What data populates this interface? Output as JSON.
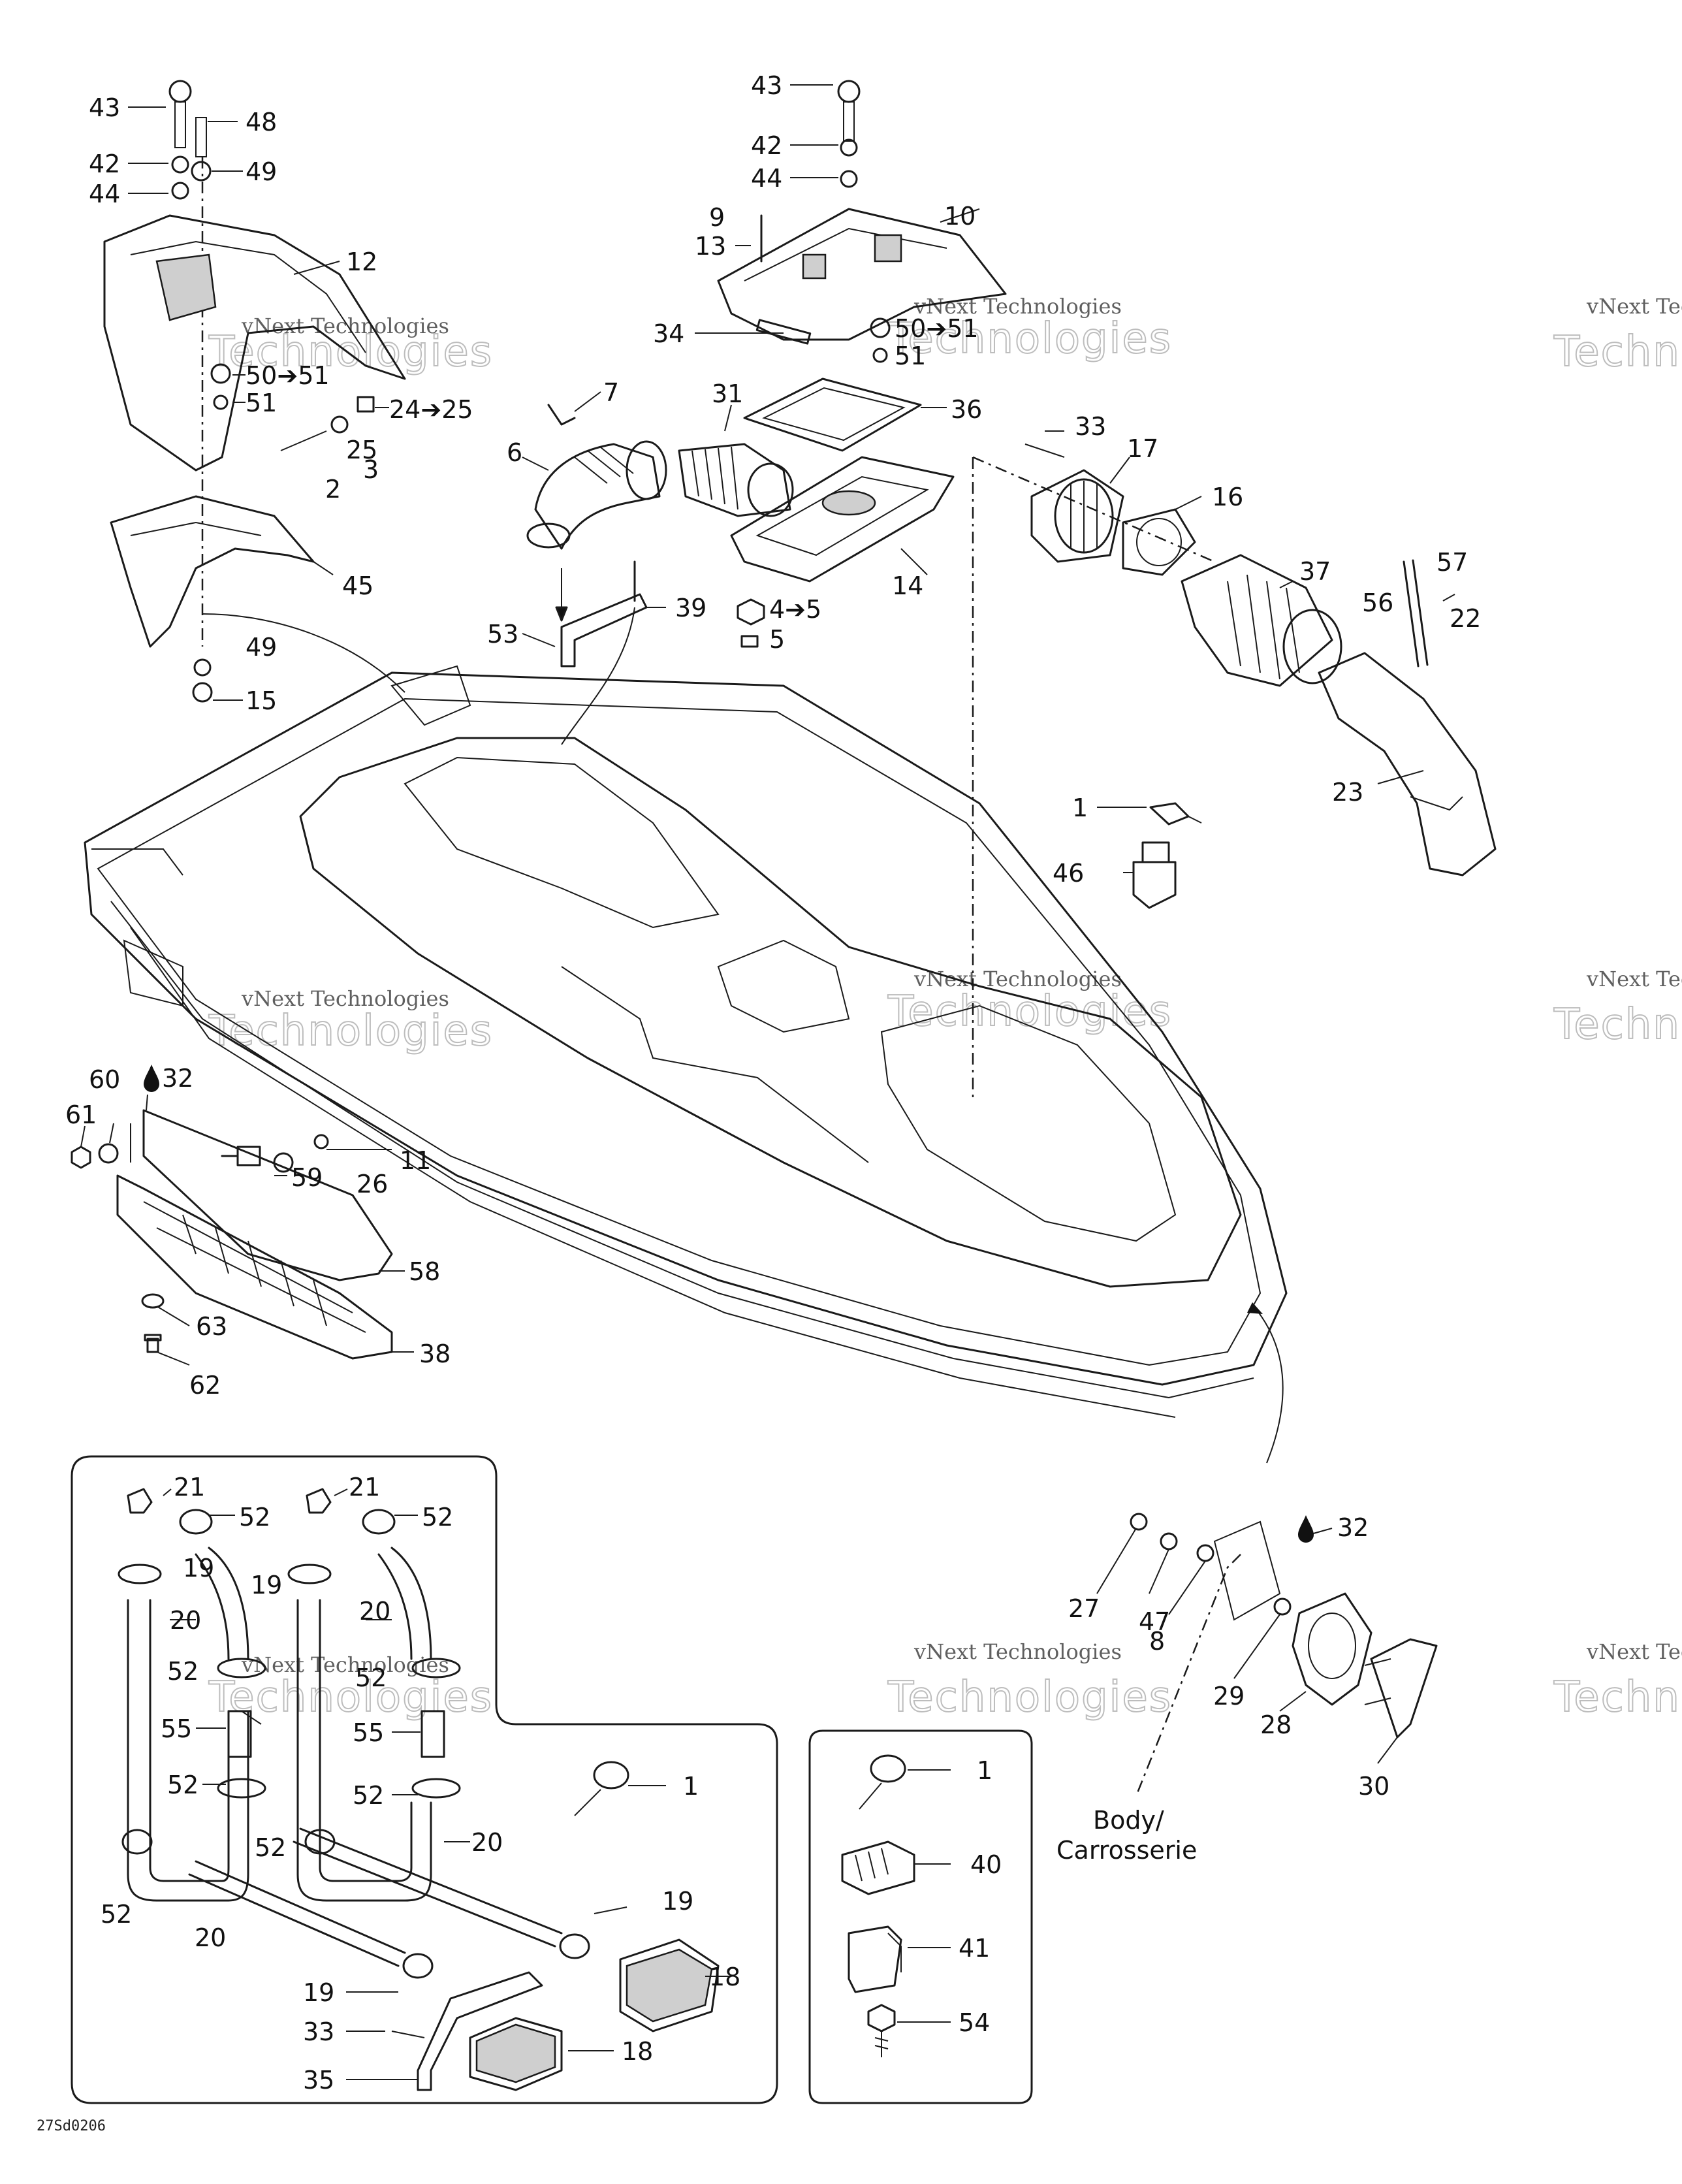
{
  "watermark": {
    "line1": "vNext Technologies",
    "line2": "Technologies",
    "line2_right": "Techno",
    "line1_right": "vNext Tec"
  },
  "labels": [
    {
      "id": "43a",
      "text": "43"
    },
    {
      "id": "48",
      "text": "48"
    },
    {
      "id": "42a",
      "text": "42"
    },
    {
      "id": "49a",
      "text": "49"
    },
    {
      "id": "44a",
      "text": "44"
    },
    {
      "id": "12",
      "text": "12"
    },
    {
      "id": "50a",
      "text": "50➔51"
    },
    {
      "id": "51a",
      "text": "51"
    },
    {
      "id": "24",
      "text": "24➔25"
    },
    {
      "id": "25",
      "text": "25"
    },
    {
      "id": "3",
      "text": "3"
    },
    {
      "id": "2",
      "text": "2"
    },
    {
      "id": "45",
      "text": "45"
    },
    {
      "id": "49b",
      "text": "49"
    },
    {
      "id": "15",
      "text": "15"
    },
    {
      "id": "43b",
      "text": "43"
    },
    {
      "id": "42b",
      "text": "42"
    },
    {
      "id": "44b",
      "text": "44"
    },
    {
      "id": "9",
      "text": "9"
    },
    {
      "id": "13",
      "text": "13"
    },
    {
      "id": "10",
      "text": "10"
    },
    {
      "id": "34",
      "text": "34"
    },
    {
      "id": "50b",
      "text": "50➔51"
    },
    {
      "id": "51b",
      "text": "51"
    },
    {
      "id": "7",
      "text": "7"
    },
    {
      "id": "31",
      "text": "31"
    },
    {
      "id": "36",
      "text": "36"
    },
    {
      "id": "6",
      "text": "6"
    },
    {
      "id": "14",
      "text": "14"
    },
    {
      "id": "39",
      "text": "39"
    },
    {
      "id": "53",
      "text": "53"
    },
    {
      "id": "4",
      "text": "4➔5"
    },
    {
      "id": "5",
      "text": "5"
    },
    {
      "id": "33a",
      "text": "33"
    },
    {
      "id": "17",
      "text": "17"
    },
    {
      "id": "16",
      "text": "16"
    },
    {
      "id": "37",
      "text": "37"
    },
    {
      "id": "57",
      "text": "57"
    },
    {
      "id": "56",
      "text": "56"
    },
    {
      "id": "22",
      "text": "22"
    },
    {
      "id": "23",
      "text": "23"
    },
    {
      "id": "1a",
      "text": "1"
    },
    {
      "id": "46",
      "text": "46"
    },
    {
      "id": "60",
      "text": "60"
    },
    {
      "id": "32a",
      "text": "32"
    },
    {
      "id": "61",
      "text": "61"
    },
    {
      "id": "59",
      "text": "59"
    },
    {
      "id": "26",
      "text": "26"
    },
    {
      "id": "11",
      "text": "11"
    },
    {
      "id": "58",
      "text": "58"
    },
    {
      "id": "63",
      "text": "63"
    },
    {
      "id": "38",
      "text": "38"
    },
    {
      "id": "62",
      "text": "62"
    },
    {
      "id": "21a",
      "text": "21"
    },
    {
      "id": "52a",
      "text": "52"
    },
    {
      "id": "21b",
      "text": "21"
    },
    {
      "id": "52b",
      "text": "52"
    },
    {
      "id": "19a",
      "text": "19"
    },
    {
      "id": "19b",
      "text": "19"
    },
    {
      "id": "20a",
      "text": "20"
    },
    {
      "id": "20b",
      "text": "20"
    },
    {
      "id": "52c",
      "text": "52"
    },
    {
      "id": "52d",
      "text": "52"
    },
    {
      "id": "55a",
      "text": "55"
    },
    {
      "id": "55b",
      "text": "55"
    },
    {
      "id": "52e",
      "text": "52"
    },
    {
      "id": "52f",
      "text": "52"
    },
    {
      "id": "1b",
      "text": "1"
    },
    {
      "id": "20c",
      "text": "20"
    },
    {
      "id": "52g",
      "text": "52"
    },
    {
      "id": "52h",
      "text": "52"
    },
    {
      "id": "20d",
      "text": "20"
    },
    {
      "id": "19c",
      "text": "19"
    },
    {
      "id": "18a",
      "text": "18"
    },
    {
      "id": "19d",
      "text": "19"
    },
    {
      "id": "33b",
      "text": "33"
    },
    {
      "id": "18b",
      "text": "18"
    },
    {
      "id": "35",
      "text": "35"
    },
    {
      "id": "1c",
      "text": "1"
    },
    {
      "id": "40",
      "text": "40"
    },
    {
      "id": "41",
      "text": "41"
    },
    {
      "id": "54",
      "text": "54"
    },
    {
      "id": "27",
      "text": "27"
    },
    {
      "id": "47",
      "text": "47"
    },
    {
      "id": "8",
      "text": "8"
    },
    {
      "id": "32b",
      "text": "32"
    },
    {
      "id": "29",
      "text": "29"
    },
    {
      "id": "28",
      "text": "28"
    },
    {
      "id": "30",
      "text": "30"
    }
  ],
  "body_label": {
    "line1": "Body/",
    "line2": "Carrosserie"
  },
  "figure_code": "27Sd0206"
}
